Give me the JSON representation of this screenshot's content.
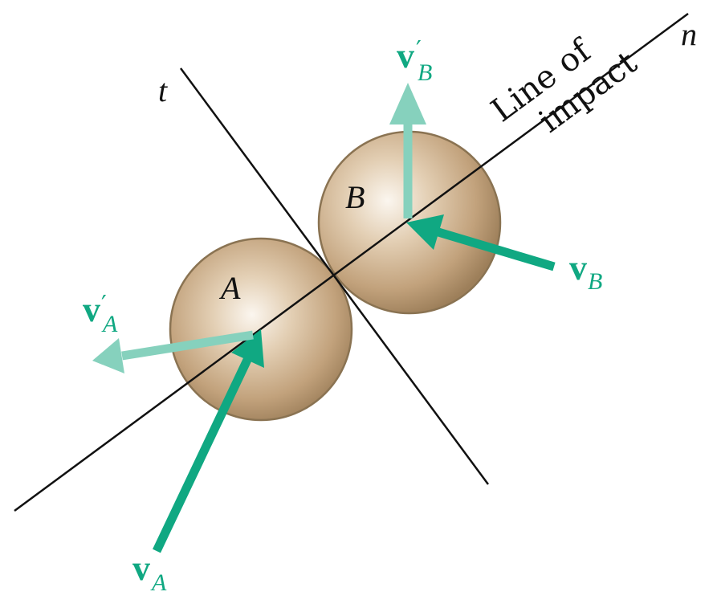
{
  "colors": {
    "line": "#111111",
    "sphere_rim": "#8a7352",
    "velocity_before": "#10a882",
    "velocity_after": "#86d1bd",
    "label": "#10a882",
    "text": "#111111"
  },
  "labels": {
    "axis_t": "t",
    "axis_n": "n",
    "line_of_impact_1": "Line of",
    "line_of_impact_2": "impact",
    "sphere_a": "A",
    "sphere_b": "B",
    "vA_main": "v",
    "vA_sub": "A",
    "vB_main": "v",
    "vB_sub": "B",
    "vA_prime_main": "v",
    "vA_prime_mark": "′",
    "vA_prime_sub": "A",
    "vB_prime_main": "v",
    "vB_prime_mark": "′",
    "vB_prime_sub": "B"
  }
}
